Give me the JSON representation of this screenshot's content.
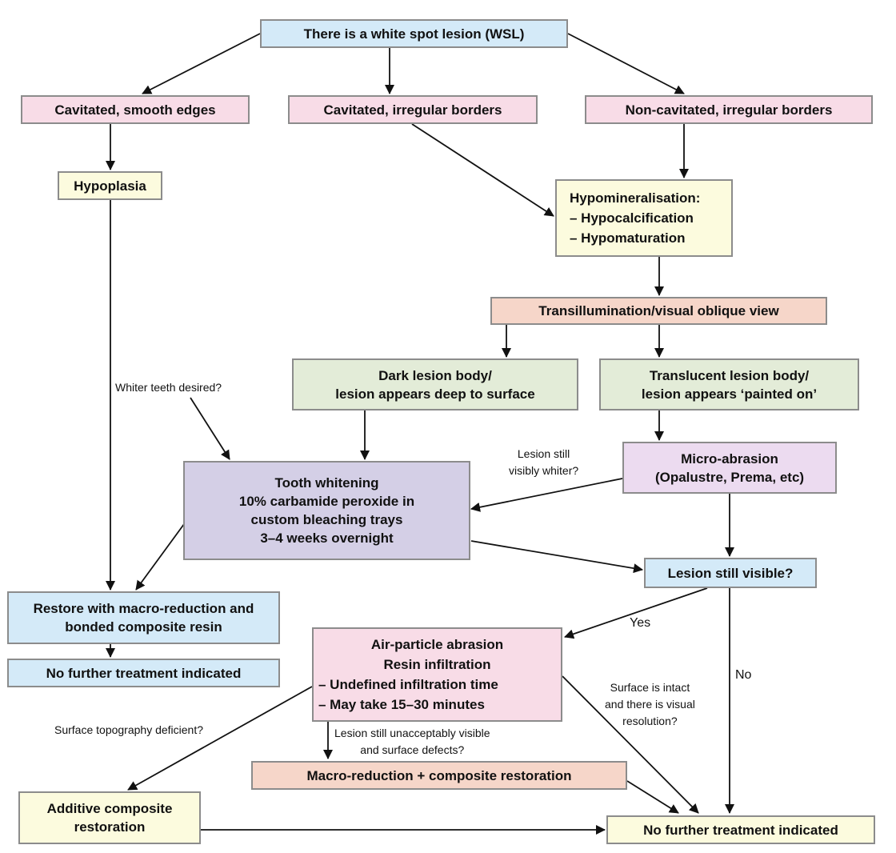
{
  "nodes": {
    "wsl": "There is a white spot lesion (WSL)",
    "cav_smooth": "Cavitated, smooth edges",
    "cav_irregular": "Cavitated, irregular borders",
    "noncav_irregular": "Non-cavitated, irregular borders",
    "hypoplasia": "Hypoplasia",
    "hypomin": {
      "l1": "Hypomineralisation:",
      "l2": "– Hypocalcification",
      "l3": "– Hypomaturation"
    },
    "transill": "Transillumination/visual oblique view",
    "dark_body": {
      "l1": "Dark lesion body/",
      "l2": "lesion appears deep to surface"
    },
    "translucent_body": {
      "l1": "Translucent lesion body/",
      "l2": "lesion appears ‘painted on’"
    },
    "whitening": {
      "l1": "Tooth whitening",
      "l2": "10% carbamide peroxide in",
      "l3": "custom bleaching trays",
      "l4": "3–4 weeks overnight"
    },
    "microabrasion": {
      "l1": "Micro-abrasion",
      "l2": "(Opalustre, Prema, etc)"
    },
    "still_visible": "Lesion still visible?",
    "restore": {
      "l1": "Restore with macro-reduction and",
      "l2": "bonded composite resin"
    },
    "no_further_1": "No further treatment indicated",
    "air_particle": {
      "l1": "Air-particle abrasion",
      "l2": "Resin infiltration",
      "l3": "– Undefined infiltration time",
      "l4": "– May take 15–30 minutes"
    },
    "macro_reduction": "Macro-reduction + composite restoration",
    "additive": {
      "l1": "Additive composite",
      "l2": "restoration"
    },
    "no_further_2": "No further treatment indicated"
  },
  "labels": {
    "whiter_desired": "Whiter teeth desired?",
    "still_whiter": {
      "l1": "Lesion still",
      "l2": "visibly whiter?"
    },
    "yes": "Yes",
    "no": "No",
    "surface_intact": {
      "l1": "Surface is intact",
      "l2": "and there is visual",
      "l3": "resolution?"
    },
    "topography": "Surface topography deficient?",
    "unacceptably_visible": {
      "l1": "Lesion still unacceptably visible",
      "l2": "and surface defects?"
    }
  },
  "colors": {
    "blue": "#d4eaf8",
    "pink": "#f8dce7",
    "yellow": "#fcfbde",
    "peach": "#f6d6c9",
    "green": "#e3ecd8",
    "lilac": "#ecdbf0",
    "purple": "#d4cfe6",
    "border": "#8c8c8c",
    "arrow": "#111111"
  }
}
